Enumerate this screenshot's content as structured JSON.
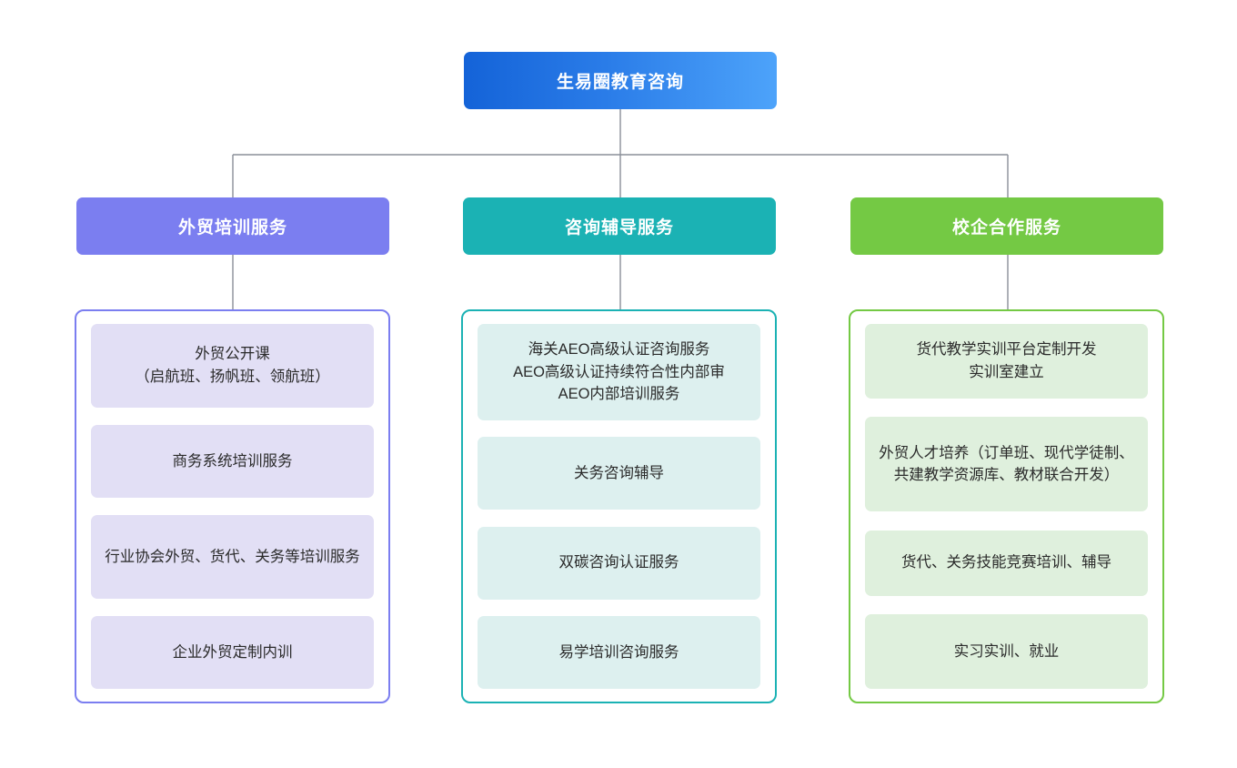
{
  "diagram": {
    "type": "organization-chart",
    "root": {
      "label": "生易圈教育咨询",
      "color": "#1463d8",
      "color_end": "#4da3fa"
    },
    "connector_color": "#8a8f98",
    "branches": [
      {
        "label": "外贸培训服务",
        "header_color": "#7b7ef0",
        "border_color": "#7b7ef0",
        "item_color": "#e2dff5",
        "items": [
          "外贸公开课\n（启航班、扬帆班、领航班）",
          "商务系统培训服务",
          "行业协会外贸、货代、关务等培训服务",
          "企业外贸定制内训"
        ]
      },
      {
        "label": "咨询辅导服务",
        "header_color": "#1bb2b4",
        "border_color": "#1bb2b4",
        "item_color": "#ddf0ef",
        "items": [
          "海关AEO高级认证咨询服务\nAEO高级认证持续符合性内部审\nAEO内部培训服务",
          "关务咨询辅导",
          "双碳咨询认证服务",
          "易学培训咨询服务"
        ]
      },
      {
        "label": "校企合作服务",
        "header_color": "#74c944",
        "border_color": "#74c944",
        "item_color": "#dff0dd",
        "items": [
          "货代教学实训平台定制开发\n实训室建立",
          "外贸人才培养（订单班、现代学徒制、共建教学资源库、教材联合开发）",
          "货代、关务技能竞赛培训、辅导",
          "实习实训、就业"
        ]
      }
    ]
  }
}
